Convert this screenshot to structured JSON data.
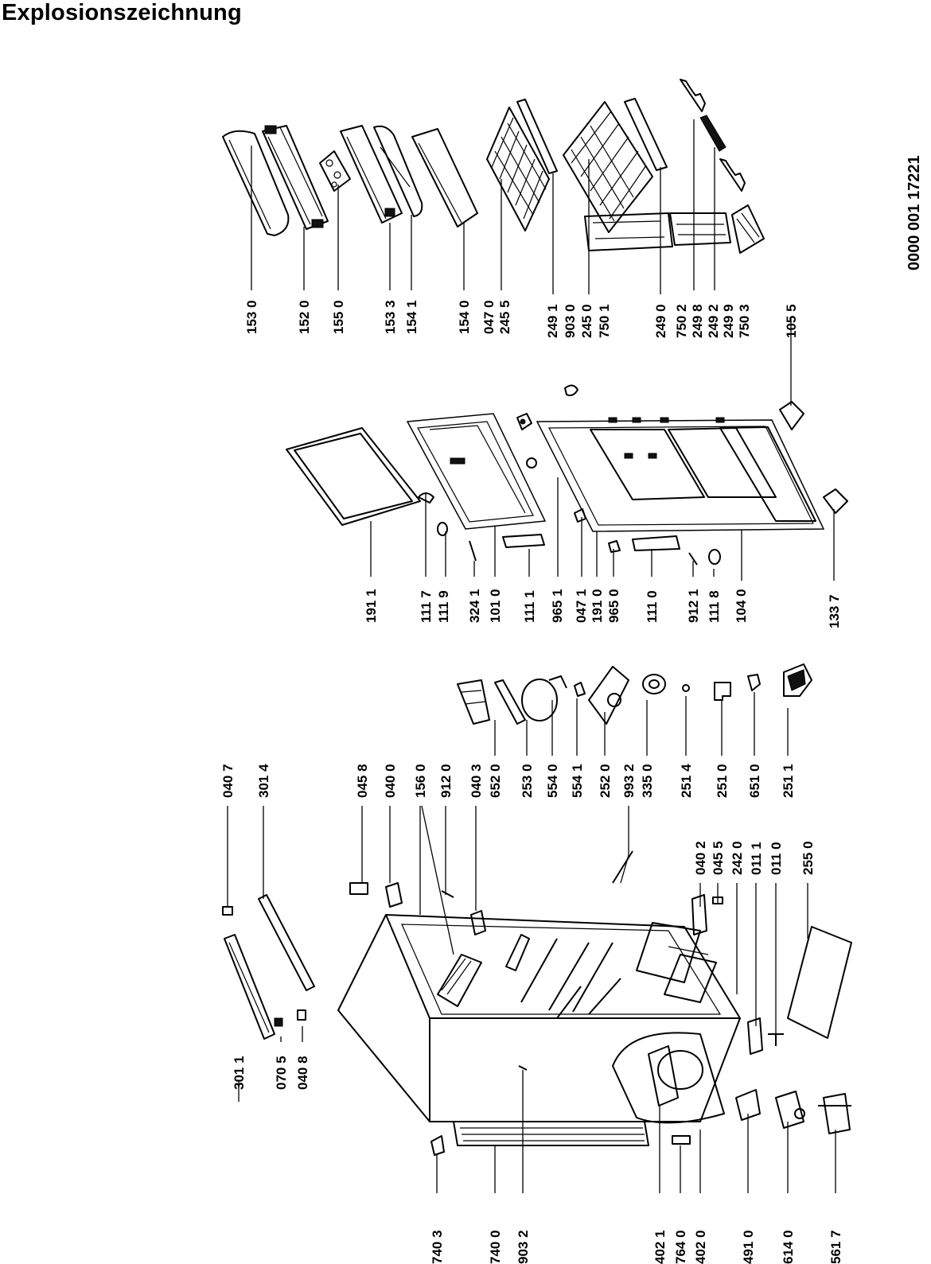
{
  "title": "Explosionszeichnung",
  "document_code": "0000 001 17221",
  "parts": [
    {
      "id": "p1530",
      "label": "153 0"
    },
    {
      "id": "p1520",
      "label": "152 0"
    },
    {
      "id": "p1550",
      "label": "155 0"
    },
    {
      "id": "p1533",
      "label": "153 3"
    },
    {
      "id": "p1541",
      "label": "154 1"
    },
    {
      "id": "p1540",
      "label": "154 0"
    },
    {
      "id": "p0470",
      "label": "047 0"
    },
    {
      "id": "p2455",
      "label": "245 5"
    },
    {
      "id": "p2491",
      "label": "249 1"
    },
    {
      "id": "p9030",
      "label": "903 0"
    },
    {
      "id": "p2450",
      "label": "245 0"
    },
    {
      "id": "p7501",
      "label": "750 1"
    },
    {
      "id": "p2490",
      "label": "249 0"
    },
    {
      "id": "p7502",
      "label": "750 2"
    },
    {
      "id": "p2498",
      "label": "249 8"
    },
    {
      "id": "p2492",
      "label": "249 2"
    },
    {
      "id": "p2499",
      "label": "249 9"
    },
    {
      "id": "p7503",
      "label": "750 3"
    },
    {
      "id": "p1055",
      "label": "105 5"
    },
    {
      "id": "p1911",
      "label": "191 1"
    },
    {
      "id": "p1117",
      "label": "111 7"
    },
    {
      "id": "p1119",
      "label": "111 9"
    },
    {
      "id": "p3241",
      "label": "324 1"
    },
    {
      "id": "p1010",
      "label": "101 0"
    },
    {
      "id": "p1111",
      "label": "111 1"
    },
    {
      "id": "p9651",
      "label": "965 1"
    },
    {
      "id": "p0471",
      "label": "047 1"
    },
    {
      "id": "p1910",
      "label": "191 0"
    },
    {
      "id": "p9650",
      "label": "965 0"
    },
    {
      "id": "p1110",
      "label": "111 0"
    },
    {
      "id": "p9121",
      "label": "912 1"
    },
    {
      "id": "p1118",
      "label": "111 8"
    },
    {
      "id": "p1040",
      "label": "104 0"
    },
    {
      "id": "p1337",
      "label": "133 7"
    },
    {
      "id": "p0407",
      "label": "040 7"
    },
    {
      "id": "p3014",
      "label": "301 4"
    },
    {
      "id": "p0458",
      "label": "045 8"
    },
    {
      "id": "p0400",
      "label": "040 0"
    },
    {
      "id": "p1560",
      "label": "156 0"
    },
    {
      "id": "p9120",
      "label": "912 0"
    },
    {
      "id": "p0403",
      "label": "040 3"
    },
    {
      "id": "p6520",
      "label": "652 0"
    },
    {
      "id": "p2530",
      "label": "253 0"
    },
    {
      "id": "p5540",
      "label": "554 0"
    },
    {
      "id": "p5541",
      "label": "554 1"
    },
    {
      "id": "p2520",
      "label": "252 0"
    },
    {
      "id": "p9932",
      "label": "993 2"
    },
    {
      "id": "p3350",
      "label": "335 0"
    },
    {
      "id": "p2514",
      "label": "251 4"
    },
    {
      "id": "p2510",
      "label": "251 0"
    },
    {
      "id": "p6510",
      "label": "651 0"
    },
    {
      "id": "p2511",
      "label": "251 1"
    },
    {
      "id": "p3011",
      "label": "301 1"
    },
    {
      "id": "p0705",
      "label": "070 5"
    },
    {
      "id": "p0408",
      "label": "040 8"
    },
    {
      "id": "p0402",
      "label": "040 2"
    },
    {
      "id": "p0455",
      "label": "045 5"
    },
    {
      "id": "p2420",
      "label": "242 0"
    },
    {
      "id": "p0111",
      "label": "011 1"
    },
    {
      "id": "p0110",
      "label": "011 0"
    },
    {
      "id": "p2550",
      "label": "255 0"
    },
    {
      "id": "p7403",
      "label": "740 3"
    },
    {
      "id": "p7400",
      "label": "740 0"
    },
    {
      "id": "p9032",
      "label": "903 2"
    },
    {
      "id": "p4021",
      "label": "402 1"
    },
    {
      "id": "p7640",
      "label": "764 0"
    },
    {
      "id": "p4020",
      "label": "402 0"
    },
    {
      "id": "p4910",
      "label": "491 0"
    },
    {
      "id": "p6140",
      "label": "614 0"
    },
    {
      "id": "p5617",
      "label": "561 7"
    }
  ]
}
